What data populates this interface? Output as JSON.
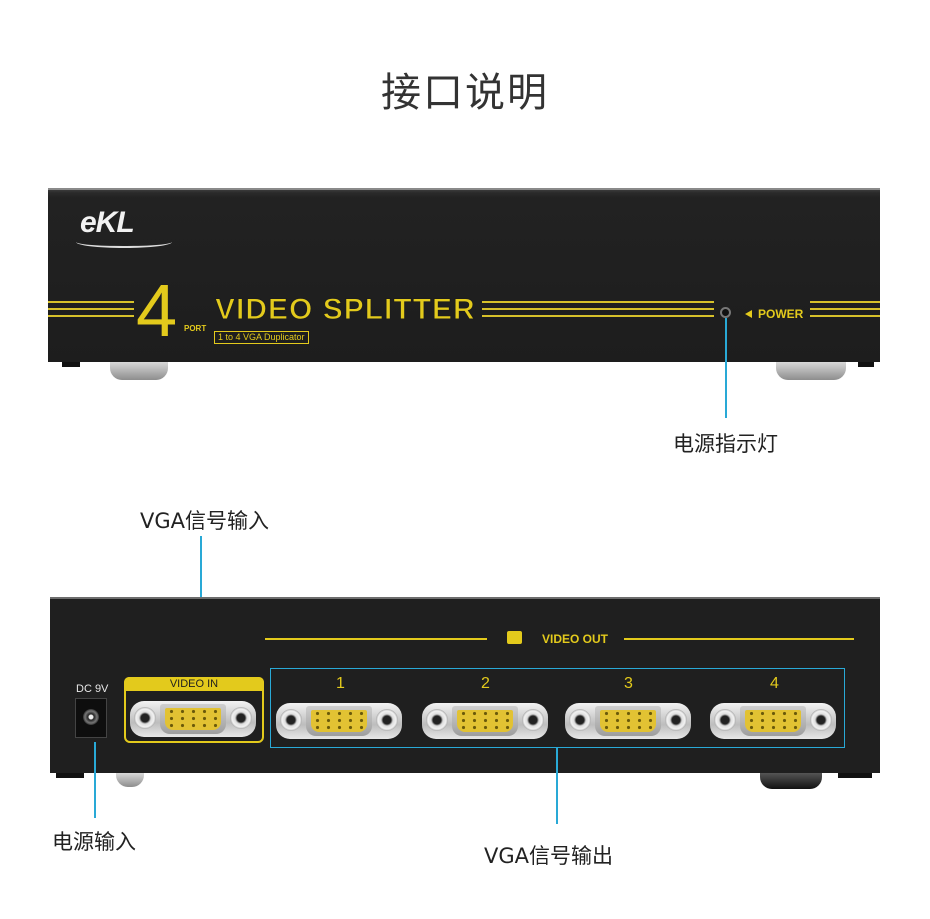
{
  "title": "接口说明",
  "front": {
    "logo": "eKL",
    "port_number": "4",
    "port_word": "PORT",
    "product_name": "VIDEO SPLITTER",
    "subtitle": "1 to 4 VGA Duplicator",
    "power_label": "POWER"
  },
  "back": {
    "dc_label": "DC 9V",
    "video_in_label": "VIDEO IN",
    "video_out_label": "VIDEO OUT",
    "ports": [
      "1",
      "2",
      "3",
      "4"
    ]
  },
  "callouts": {
    "power_indicator": "电源指示灯",
    "vga_input": "VGA信号输入",
    "power_input": "电源输入",
    "vga_output": "VGA信号输出"
  },
  "colors": {
    "accent_gold": "#e3ca1c",
    "callout_line": "#29a9d6",
    "device_body": "#1f1f1f"
  }
}
